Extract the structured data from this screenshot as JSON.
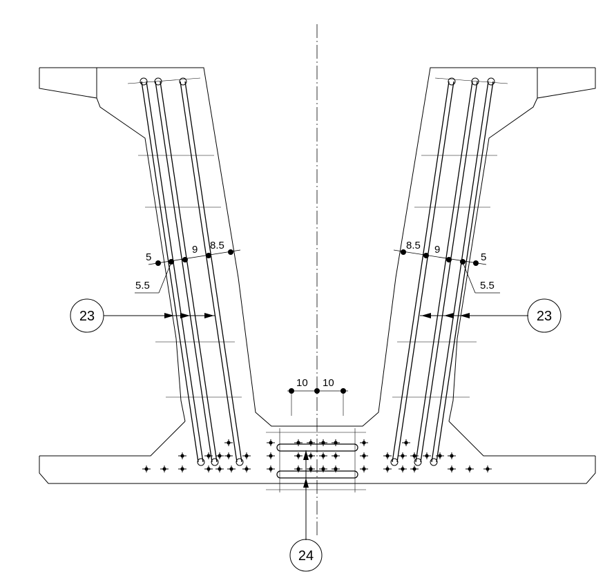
{
  "dimensions": {
    "left": {
      "d1": "5",
      "d2": "5.5",
      "d3": "9",
      "d4": "8.5"
    },
    "right": {
      "d1": "5",
      "d2": "5.5",
      "d3": "9",
      "d4": "8.5"
    },
    "bottom": {
      "left": "10",
      "right": "10"
    }
  },
  "callouts": {
    "left": "23",
    "right": "23",
    "bottom": "24"
  }
}
